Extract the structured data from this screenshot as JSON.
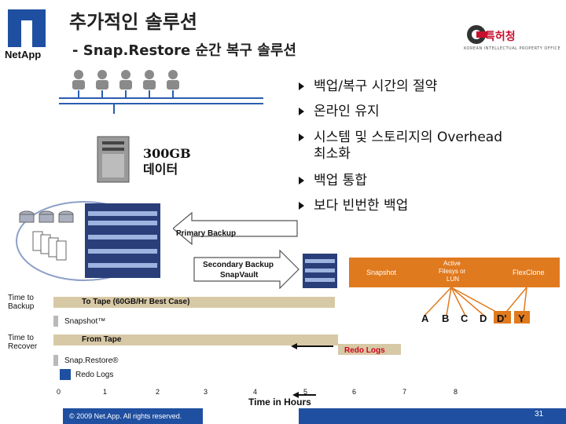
{
  "title": "추가적인 솔루션",
  "subtitle": "- Snap.Restore 순간 복구 솔루션",
  "logo": "NetApp",
  "kipo": {
    "name": "특허청",
    "sub": "KOREAN INTELLECTUAL PROPERTY OFFICE"
  },
  "bullets": [
    "백업/복구 시간의 절약",
    "온라인 유지",
    "시스템 및 스토리지의 Overhead",
    "최소화",
    "백업 통합",
    "보다 빈번한 백업"
  ],
  "data_label_1": "300GB",
  "data_label_2": "데이터",
  "arrows": {
    "primary": "Primary Backup",
    "secondary_1": "Secondary Backup",
    "secondary_2": "SnapVault"
  },
  "snapshot_label": "Snapshot",
  "active_1": "Active",
  "active_2": "Filesys or",
  "active_3": "LUN",
  "flexclone": "FlexClone",
  "time_to_backup_1": "Time to",
  "time_to_backup_2": "Backup",
  "time_to_recover_1": "Time to",
  "time_to_recover_2": "Recover",
  "bar_tape": "To Tape (60GB/Hr Best Case)",
  "bar_snapshot": "Snapshot™",
  "bar_from_tape": "From Tape",
  "bar_redo": "Redo Logs",
  "bar_snaprestore": "Snap.Restore®",
  "bar_redo_small": "Redo Logs",
  "letters": [
    "A",
    "B",
    "C",
    "D",
    "D'",
    "Y"
  ],
  "axis_ticks": [
    "0",
    "1",
    "2",
    "3",
    "4",
    "5",
    "6",
    "7",
    "8"
  ],
  "axis_title": "Time in Hours",
  "footer": "© 2009 Net.App.  All rights reserved.",
  "page_number": "31",
  "colors": {
    "accent_blue": "#1f4fa0",
    "tan": "#d8c9a6",
    "orange": "#e07a1f",
    "red": "#d0021b"
  }
}
